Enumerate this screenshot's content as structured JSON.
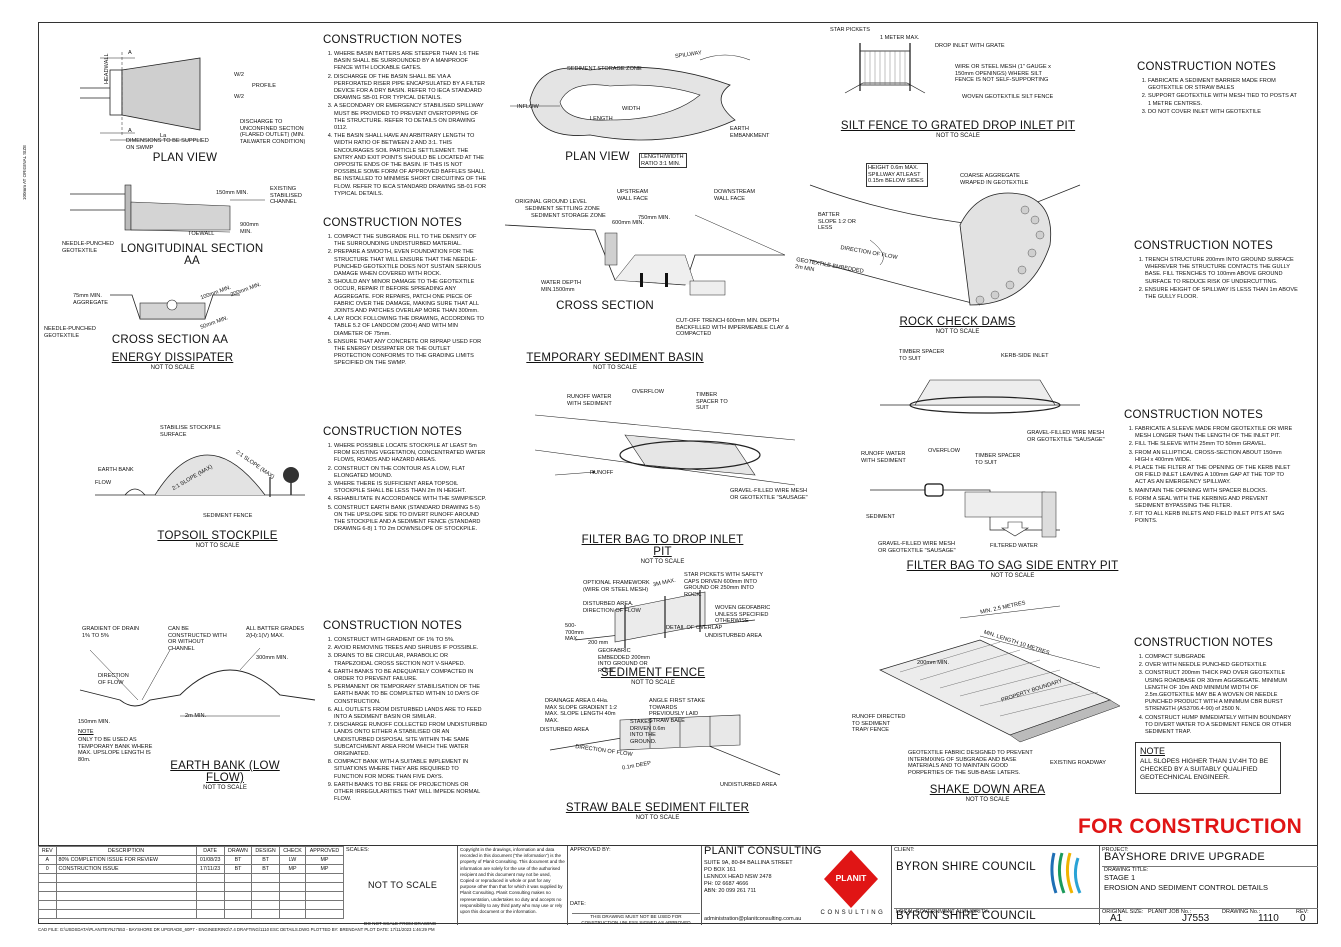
{
  "side_label": "100mm AT ORIGINAL SIZE",
  "notes_heading": "CONSTRUCTION NOTES",
  "not_to_scale": "NOT TO SCALE",
  "energy_dissipater": {
    "plan_view": "PLAN VIEW",
    "long_section": "LONGITUDINAL SECTION AA",
    "cross_section": "CROSS SECTION AA",
    "title": "ENERGY DISSIPATER",
    "labels": {
      "profile": "PROFILE",
      "w2a": "W/2",
      "w2b": "W/2",
      "headwall": "HEADWALL",
      "la": "La",
      "dims": "DIMENSIONS TO BE SUPPLIED ON SWMP",
      "discharge": "DISCHARGE TO UNCONFINED SECTION (FLARED OUTLET) (MIN. TAILWATER CONDITION)",
      "min150": "150mm MIN.",
      "existing": "EXISTING STABILISED CHANNEL",
      "min900": "900mm MIN.",
      "toewall": "TOEWALL",
      "geo1": "NEEDLE-PUNCHED GEOTEXTILE",
      "agg": "75mm MIN. AGGREGATE",
      "min100": "100mm MIN.",
      "min200": "200mm MIN.",
      "min50": "50mm MIN.",
      "geo2": "NEEDLE-PUNCHED GEOTEXTILE"
    }
  },
  "notes_basin": [
    "WHERE BASIN BATTERS ARE STEEPER THAN 1:6 THE BASIN SHALL BE SURROUNDED BY A MANPROOF FENCE WITH LOCKABLE GATES.",
    "DISCHARGE OF THE BASIN SHALL BE VIA A PERFORATED RISER PIPE ENCAPSULATED BY A FILTER DEVICE FOR A DRY BASIN. REFER TO IECA STANDARD DRAWING SB-01 FOR TYPICAL DETAILS.",
    "A SECONDARY OR EMERGENCY STABILISED SPILLWAY MUST BE PROVIDED TO PREVENT OVERTOPPING OF THE STRUCTURE. REFER TO DETAILS ON DRAWING 0112.",
    "THE BASIN SHALL HAVE AN ARBITRARY LENGTH TO WIDTH RATIO OF BETWEEN 2 AND 3:1. THIS ENCOURAGES SOIL PARTICLE SETTLEMENT. THE ENTRY AND EXIT POINTS SHOULD BE LOCATED AT THE OPPOSITE ENDS OF THE BASIN. IF THIS IS NOT POSSIBLE SOME FORM OF APPROVED BAFFLES SHALL BE INSTALLED TO MINIMISE SHORT CIRCUITING OF THE FLOW. REFER TO IECA STANDARD DRAWING SB-01 FOR TYPICAL DETAILS."
  ],
  "notes_dissipater": [
    "COMPACT THE SUBGRADE FILL TO THE DENSITY OF THE SURROUNDING UNDISTURBED MATERIAL.",
    "PREPARE A SMOOTH, EVEN FOUNDATION FOR THE STRUCTURE THAT WILL ENSURE THAT THE NEEDLE-PUNCHED GEOTEXTILE DOES NOT SUSTAIN SERIOUS DAMAGE WHEN COVERED WITH ROCK.",
    "SHOULD ANY MINOR DAMAGE TO THE GEOTEXTILE OCCUR, REPAIR IT BEFORE SPREADING ANY AGGREGATE. FOR REPAIRS, PATCH ONE PIECE OF FABRIC OVER THE DAMAGE, MAKING SURE THAT ALL JOINTS AND PATCHES OVERLAP MORE THAN 300mm.",
    "LAY ROCK FOLLOWING THE DRAWING, ACCORDING TO TABLE 5.2 OF LANDCOM (2004) AND WITH MIN DIAMETER OF 75mm.",
    "ENSURE THAT ANY CONCRETE OR RIPRAP USED FOR THE ENERGY DISSIPATER OR THE OUTLET PROTECTION CONFORMS TO THE GRADING LIMITS SPECIFIED ON THE SWMP."
  ],
  "topsoil": {
    "title": "TOPSOIL STOCKPILE",
    "labels": {
      "surface": "STABILISE STOCKPILE SURFACE",
      "bank": "EARTH BANK",
      "flow": "FLOW",
      "slope1": "2:1 SLOPE (MAX)",
      "slope2": "2:1 SLOPE (MAX)",
      "fence": "SEDIMENT FENCE"
    }
  },
  "notes_topsoil": [
    "WHERE POSSIBLE LOCATE STOCKPILE AT LEAST 5m FROM EXISTING VEGETATION, CONCENTRATED WATER FLOWS, ROADS AND HAZARD AREAS.",
    "CONSTRUCT ON THE CONTOUR AS A LOW, FLAT ELONGATED MOUND.",
    "WHERE THERE IS SUFFICIENT AREA TOPSOIL STOCKPILE SHALL BE LESS THAN 2m IN HEIGHT.",
    "REHABILITATE IN ACCORDANCE WITH THE SWMP/ESCP.",
    "CONSTRUCT EARTH BANK (STANDARD DRAWING 5-5) ON THE UPSLOPE SIDE TO DIVERT RUNOFF AROUND THE STOCKPILE AND A SEDIMENT FENCE (STANDARD DRAWING 6-8) 1 TO 2m DOWNSLOPE OF STOCKPILE."
  ],
  "earthbank": {
    "title": "EARTH BANK (LOW FLOW)",
    "labels": {
      "gradient": "GRADIENT OF DRAIN 1% TO 5%",
      "canbe": "CAN BE CONSTRUCTED WITH OR WITHOUT CHANNEL",
      "batter": "ALL BATTER GRADES 2(H):1(V) MAX.",
      "min300": "300mm MIN.",
      "direction": "DIRECTION OF FLOW",
      "min2m": "2m MIN.",
      "min150": "150mm MIN.",
      "note": "NOTE",
      "note_text": "ONLY TO BE USED AS TEMPORARY BANK WHERE MAX. UPSLOPE LENGTH IS 80m."
    }
  },
  "notes_earthbank": [
    "CONSTRUCT WITH GRADIENT OF 1% TO 5%.",
    "AVOID REMOVING TREES AND SHRUBS IF POSSIBLE.",
    "DRAINS TO BE CIRCULAR, PARABOLIC OR TRAPEZOIDAL CROSS SECTION NOT V-SHAPED.",
    "EARTH BANKS TO BE ADEQUATELY COMPACTED IN ORDER TO PREVENT FAILURE.",
    "PERMANENT OR TEMPORARY STABILISATION OF THE EARTH BANK TO BE COMPLETED WITHIN 10 DAYS OF CONSTRUCTION.",
    "ALL OUTLETS FROM DISTURBED LANDS ARE TO FEED INTO A SEDIMENT BASIN OR SIMILAR.",
    "DISCHARGE RUNOFF COLLECTED FROM UNDISTURBED LANDS ONTO EITHER A STABILISED OR AN UNDISTURBED DISPOSAL SITE WITHIN THE SAME SUBCATCHMENT AREA FROM WHICH THE WATER ORIGINATED.",
    "COMPACT BANK WITH A SUITABLE IMPLEMENT IN SITUATIONS WHERE THEY ARE REQUIRED TO FUNCTION FOR MORE THAN FIVE DAYS.",
    "EARTH BANKS TO BE FREE OF PROJECTIONS OR OTHER IRREGULARITIES THAT WILL IMPEDE NORMAL FLOW."
  ],
  "basin": {
    "plan_view": "PLAN VIEW",
    "ratio": "LENGTH/WIDTH RATIO 3:1 MIN.",
    "cross_section": "CROSS SECTION",
    "title": "TEMPORARY SEDIMENT BASIN",
    "labels": {
      "storage": "SEDIMENT STORAGE ZONE",
      "spillway": "SPILLWAY",
      "inflow": "INFLOW",
      "width": "WIDTH",
      "length": "LENGTH",
      "embank": "EARTH EMBANKMENT",
      "upstream": "UPSTREAM WALL FACE",
      "downstream": "DOWNSTREAM WALL FACE",
      "ogl": "ORIGINAL GROUND LEVEL",
      "settling": "SEDIMENT SETTLING ZONE",
      "storage2": "SEDIMENT STORAGE ZONE",
      "min600": "600mm MIN.",
      "min750": "750mm MIN.",
      "depth": "WATER DEPTH MIN.1500mm",
      "cutoff": "CUT-OFF TRENCH 600mm MIN. DEPTH BACKFILLED WITH IMPERMEABLE CLAY & COMPACTED"
    }
  },
  "filterbag_drop": {
    "title": "FILTER BAG TO DROP INLET PIT",
    "labels": {
      "runoff": "RUNOFF WATER WITH SEDIMENT",
      "overflow": "OVERFLOW",
      "timber": "TIMBER SPACER TO SUIT",
      "runoff2": "RUNOFF",
      "gravel": "GRAVEL-FILLED WIRE MESH OR GEOTEXTILE \"SAUSAGE\""
    }
  },
  "sediment_fence": {
    "title": "SEDIMENT FENCE",
    "labels": {
      "star": "STAR PICKETS WITH SAFETY CAPS DRIVEN 600mm INTO GROUND OR 250mm INTO ROCK.",
      "framework": "OPTIONAL FRAMEWORK (WIRE OR STEEL MESH)",
      "max3m": "3M MAX.",
      "disturbed": "DISTURBED AREA. DIRECTION OF FLOW",
      "woven": "WOVEN GEOFABRIC UNLESS SPECIFIED OTHERWISE",
      "height": "500-700mm MAX.",
      "overlap": "DETAIL OF OVERLAP",
      "undisturbed": "UNDISTURBED AREA",
      "mm200": "200 mm",
      "embedded": "GEOFABRIC EMBEDDED 200mm INTO GROUND OR ROCK"
    }
  },
  "straw_bale": {
    "title": "STRAW BALE SEDIMENT FILTER",
    "labels": {
      "drainage": "DRAINAGE AREA 0.4Ha. MAX SLOPE GRADIENT 1:2 MAX. SLOPE LENGTH 40m MAX.",
      "angle": "ANGLE FIRST STAKE TOWARDS PREVIOUSLY LAID STRAW BALE",
      "stakes": "STAKES DRIVEN 0.6m INTO THE GROUND.",
      "disturbed": "DISTURBED AREA",
      "direction": "DIRECTION OF FLOW",
      "deep": "0.1m DEEP",
      "undisturbed": "UNDISTURBED AREA"
    }
  },
  "silt_fence": {
    "title": "SILT FENCE TO GRATED DROP INLET PIT",
    "labels": {
      "star": "STAR PICKETS",
      "max1m": "1 METER MAX.",
      "drop": "DROP INLET WITH GRATE",
      "mesh": "WIRE OR STEEL MESH (1\" GAUGE x 150mm OPENINGS) WHERE SILT FENCE IS NOT SELF-SUPPORTING",
      "woven": "WOVEN GEOTEXTILE SILT FENCE"
    }
  },
  "notes_silt": [
    "FABRICATE A SEDIMENT BARRIER MADE FROM GEOTEXTILE OR STRAW BALES",
    "SUPPORT GEOTEXTILE WITH MESH TIED TO POSTS AT 1 METRE CENTRES.",
    "DO NOT COVER INLET WITH GEOTEXTILE"
  ],
  "rock_check": {
    "title": "ROCK CHECK DAMS",
    "labels": {
      "height": "HEIGHT 0.6m MAX. SPILLWAY ATLEAST 0.15m BELOW SIDES",
      "coarse": "COARSE AGGREGATE WRAPED IN GEOTEXTILE",
      "batter": "BATTER SLOPE 1:2 OR LESS",
      "direction": "DIRECTION OF FLOW",
      "embedded": "GEOTEXTILE EMBEDDED 2m MIN"
    }
  },
  "notes_rock": [
    "TRENCH STRUCTURE 200mm INTO GROUND SURFACE WHEREVER THE STRUCTURE CONTACTS THE GULLY BASE. FILL TRENCHES TO 100mm ABOVE GROUND SURFACE TO REDUCE RISK OF UNDERCUTTING.",
    "ENSURE HEIGHT OF SPILLWAY IS LESS THAN 1m ABOVE THE GULLY FLOOR."
  ],
  "filterbag_sag": {
    "title": "FILTER BAG TO SAG SIDE ENTRY PIT",
    "labels": {
      "timber": "TIMBER SPACER TO SUIT",
      "kerb": "KERB-SIDE INLET",
      "gravel1": "GRAVEL-FILLED WIRE MESH OR GEOTEXTILE \"SAUSAGE\"",
      "runoff": "RUNOFF WATER WITH SEDIMENT",
      "overflow": "OVERFLOW",
      "timber2": "TIMBER SPACER TO SUIT",
      "sediment": "SEDIMENT",
      "gravel2": "GRAVEL-FILLED WIRE MESH OR GEOTEXTILE \"SAUSAGE\"",
      "filtered": "FILTERED WATER"
    }
  },
  "notes_sag": [
    "FABRICATE A SLEEVE MADE FROM GEOTEXTILE OR WIRE MESH LONGER THAN THE LENGTH OF THE INLET PIT.",
    "FILL THE SLEEVE WITH 25mm TO 50mm GRAVEL.",
    "FROM AN ELLIPTICAL CROSS-SECTION ABOUT 150mm HIGH x 400mm WIDE.",
    "PLACE THE FILTER AT THE OPENING OF THE KERB INLET OR FIELD INLET LEAVING A 100mm GAP AT THE TOP TO ACT AS AN EMERGENCY SPILLWAY.",
    "MAINTAIN THE OPENING WITH SPACER BLOCKS.",
    "FORM A SEAL WITH THE KERBING AND PREVENT SEDIMENT BYPASSING THE FILTER.",
    "FIT TO ALL KERB INLETS AND FIELD INLET PITS AT SAG POINTS."
  ],
  "shake_down": {
    "title": "SHAKE DOWN AREA",
    "labels": {
      "min25": "MIN. 2.5 METRES",
      "min10": "MIN. LENGTH 10 METRES",
      "min200": "200mm MIN.",
      "boundary": "PROPERTY BOUNDARY",
      "runoff": "RUNOFF DIRECTED TO SEDIMENT TRAP/ FENCE",
      "fabric": "GEOTEXTILE FABRIC DESIGNED TO PREVENT INTERMIXING OF SUBGRADE AND BASE MATERIALS AND TO MAINTAIN GOOD PORPERTIES OF THE SUB-BASE LATERS.",
      "road": "EXISTING ROADWAY"
    }
  },
  "notes_shake": [
    "COMPACT SUBGRADE",
    "OVER WITH NEEDLE PUNCHED GEOTEXTILE",
    "CONSTRUCT 200mm THICK PAD OVER GEOTEXTILE USING ROADBASE OR 30mm AGGREGATE. MINIMUM LENGTH OF 10m AND MINIMUM WIDTH OF 2.5m.GEOTEXTILE MAY BE A WOVEN OR NEEDLE PUNCHED PRODUCT WITH A MINIMUM CBR BURST STRENGTH (AS3706.4-90) of 2500 N.",
    "CONSTRUCT HUMP IMMEDIATELY WITHIN BOUNDARY TO DIVERT WATER TO A SEDIMENT FENCE OR OTHER SEDIMENT TRAP."
  ],
  "note_box": {
    "title": "NOTE",
    "text": "ALL SLOPES HIGHER THAN 1V:4H TO BE CHECKED BY A SUITABLY QUALIFIED GEOTECHNICAL ENGINEER."
  },
  "for_construction": "FOR CONSTRUCTION",
  "title_block": {
    "rev_headers": [
      "REV",
      "DESCRIPTION",
      "DATE",
      "DRAWN",
      "DESIGN",
      "CHECK",
      "APPROVED"
    ],
    "rev_rows": [
      [
        "A",
        "80% COMPLETION ISSUE FOR REVIEW",
        "01/08/23",
        "BT",
        "BT",
        "LW",
        "MP"
      ],
      [
        "0",
        "CONSTRUCTION ISSUE",
        "17/11/23",
        "BT",
        "BT",
        "MP",
        "MP"
      ]
    ],
    "scales_label": "SCALES:",
    "scale_value": "NOT TO SCALE",
    "do_not_scale": "DO NOT SCALE FROM DRAWING",
    "copyright": "Copyright in the drawings, information and data recorded in this document (\"the information\") is the property of Planit Consulting. This document and the information are solely for the use of the authorised recipient and this document may not be used, Copied or reproduced in whole or part for any purpose other than that for which it was supplied by Planit Consulting. Planit Consulting makes no representation, undertakes no duty and accepts no responsibility to any third party who may use or rely upon this document or the information.",
    "approved_by": "APPROVED BY:",
    "date_label": "DATE:",
    "not_used": "THIS DRAWING MUST NOT BE USED FOR CONSTRUCTION UNLESS SIGNED AS APPROVED",
    "company": "PLANIT CONSULTING",
    "address": [
      "SUITE 9A, 80-84 BALLINA STREET",
      "PO BOX 161",
      "LENNOX HEAD NSW 2478",
      "PH: 02 6687 4666",
      "ABN: 20 099 261 711"
    ],
    "email": "administration@planitconsulting.com.au",
    "logo_text": "PLANIT",
    "logo_sub": "CONSULTING",
    "client_label": "CLIENT:",
    "client": "BYRON SHIRE COUNCIL",
    "lga_label": "LOCAL GOVERNMENT AUTHORITY:",
    "lga": "BYRON SHIRE COUNCIL",
    "project_label": "PROJECT:",
    "project": "BAYSHORE DRIVE UPGRADE",
    "drawing_title_label": "DRAWING TITLE:",
    "drawing_title_1": "STAGE 1",
    "drawing_title_2": "EROSION AND SEDIMENT CONTROL DETAILS",
    "original_size_label": "ORIGINAL SIZE:",
    "original_size": "A1",
    "job_label": "PLANIT JOB No.:",
    "job": "J7553",
    "drawing_no_label": "DRAWING No.:",
    "drawing_no": "1110",
    "rev_label": "REV:",
    "rev": "0",
    "cad_file": "CAD FILE: G:\\USDSDATA\\PLANITEYNJ7553 - BAYSHORE DR UPGRADE_60P7 - ENGINEERING\\7.4 DRAFTING\\1110 ESC DETAILS.DWG PLOTTED BY: BRENDANT PLOT DATE: 17/11/2023 1:46:29 PM"
  },
  "colors": {
    "accent_red": "#e01515",
    "line": "#222222"
  }
}
